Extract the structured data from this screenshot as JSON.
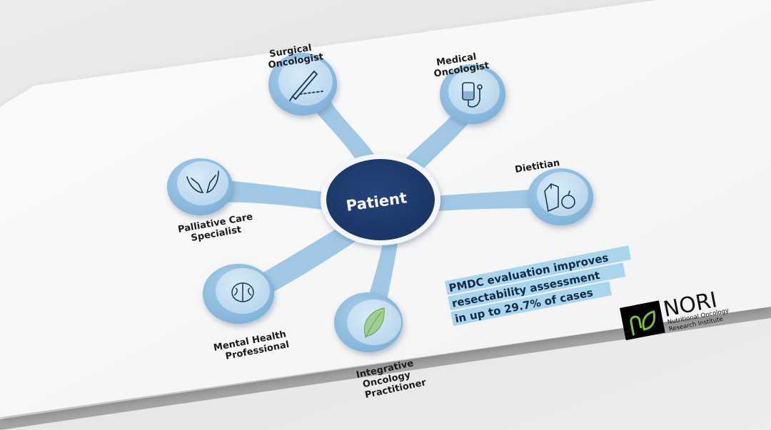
{
  "diagram": {
    "center": {
      "label": "Patient",
      "color": "#1f3a6b"
    },
    "roles": [
      {
        "id": "surgical",
        "label_lines": [
          "Surgical",
          "Oncologist"
        ],
        "icon": "scalpel-icon"
      },
      {
        "id": "medical",
        "label_lines": [
          "Medical",
          "Oncologist"
        ],
        "icon": "iv-bag-icon"
      },
      {
        "id": "dietitian",
        "label_lines": [
          "Dietitian"
        ],
        "icon": "milk-carton-apple-icon"
      },
      {
        "id": "palliative",
        "label_lines": [
          "Palliative Care",
          "Specialist"
        ],
        "icon": "caring-hands-icon"
      },
      {
        "id": "mental",
        "label_lines": [
          "Mental Health",
          "Professional"
        ],
        "icon": "brain-icon"
      },
      {
        "id": "integrative",
        "label_lines": [
          "Integrative",
          "Oncology",
          "Practitioner"
        ],
        "icon": "leaf-icon"
      }
    ],
    "colors": {
      "node_outer": "#8fbde0",
      "node_inner": "#c9e1f2",
      "stroke": "#1c3552",
      "leaf": "#9fcf8f"
    }
  },
  "callout": {
    "lines": [
      "PMDC evaluation improves",
      "resectability assessment",
      "in up to 29.7% of cases"
    ],
    "highlight": "#a9d6ec"
  },
  "brand": {
    "name": "NORI",
    "subtitle_lines": [
      "Nutritional Oncology",
      "Research Institute"
    ],
    "logo_bg": "#000000",
    "logo_accent": "#7ac143"
  }
}
